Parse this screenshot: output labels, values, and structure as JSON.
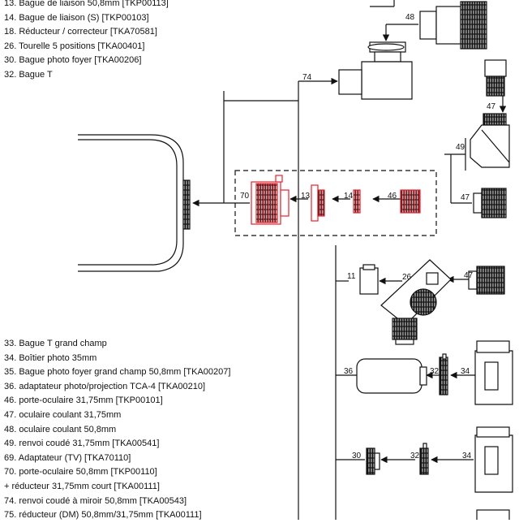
{
  "legend_top": [
    "13. Bague de liaison 50,8mm [TKP00113]",
    "14. Bague de liaison (S) [TKP00103]",
    "18. Réducteur / correcteur [TKA70581]",
    "26. Tourelle 5 positions [TKA00401]",
    "30. Bague photo foyer [TKA00206]",
    "32. Bague T"
  ],
  "legend_bottom": [
    "33. Bague T grand champ",
    "34. Boîtier photo 35mm",
    "35. Bague photo foyer grand champ 50,8mm [TKA00207]",
    "36. adaptateur photo/projection TCA-4 [TKA00210]",
    "46. porte-oculaire 31,75mm [TKP00101]",
    "47. oculaire coulant 31,75mm",
    "48. oculaire coulant 50,8mm",
    "49. renvoi coudé 31,75mm [TKA00541]",
    "69. Adaptateur (TV) [TKA70110]",
    "70. porte-oculaire 50,8mm [TKP00110]",
    "    + réducteur 31,75mm court [TKA00111]",
    "74. renvoi coudé à miroir 50,8mm [TKA00543]",
    "75. réducteur (DM) 50,8mm/31,75mm [TKA00111]"
  ],
  "labels": {
    "c48": "48",
    "c74": "74",
    "c47a": "47",
    "c49": "49",
    "c47b": "47",
    "c70": "70",
    "c13": "13",
    "c14": "14",
    "c46": "46",
    "c11": "11",
    "c26": "26",
    "c47c": "47",
    "c36": "36",
    "c32a": "32",
    "c34a": "34",
    "c30": "30",
    "c32b": "32",
    "c34b": "34"
  },
  "colors": {
    "highlight": "#e8202a",
    "line": "#111111"
  }
}
